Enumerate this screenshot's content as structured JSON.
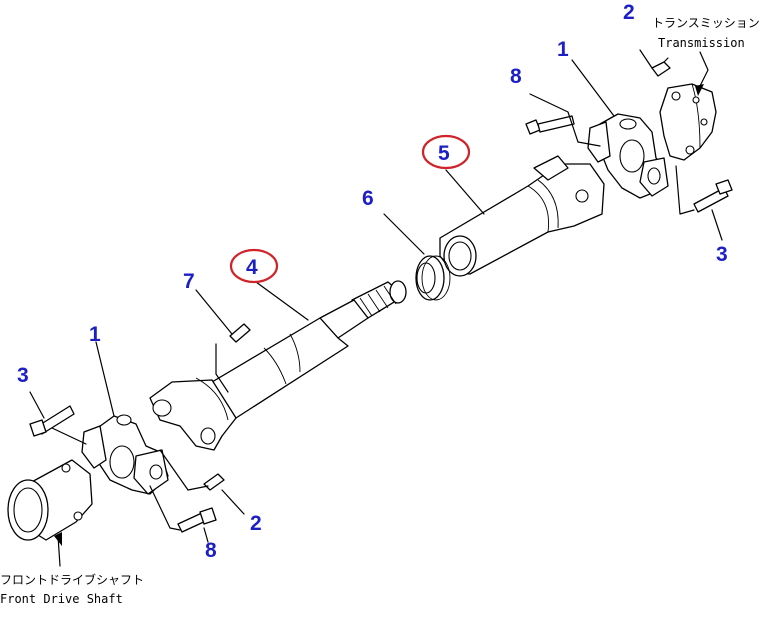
{
  "labels": {
    "transmission_jp": "トランスミッション",
    "transmission_en": "Transmission",
    "front_drive_shaft_jp": "フロントドライブシャフト",
    "front_drive_shaft_en": "Front Drive Shaft"
  },
  "callouts": {
    "tr_grease_fitting": "2",
    "tr_spider": "1",
    "tr_bolt_short": "8",
    "tr_bolt_long": "3",
    "sleeve_yoke": "5",
    "seal": "6",
    "tube_shaft": "4",
    "center_grease_fitting": "7",
    "fl_spider": "1",
    "fl_bolt_long": "3",
    "fl_grease_fitting": "2",
    "fl_bolt_short": "8"
  },
  "highlighted_callouts": [
    "4",
    "5"
  ],
  "colors": {
    "callout": "#1c1fc4",
    "highlight_ring": "#d0242a",
    "line": "#000000"
  }
}
